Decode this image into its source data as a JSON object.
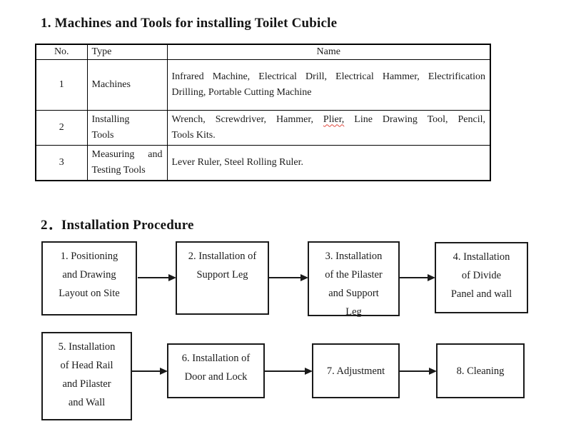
{
  "document": {
    "section1_heading": "1. Machines and Tools for installing Toilet Cubicle",
    "section2_heading": "2．Installation Procedure"
  },
  "table": {
    "headers": {
      "no": "No.",
      "type": "Type",
      "name": "Name"
    },
    "rows": [
      {
        "no": "1",
        "type": "Machines",
        "name_line1": "Infrared Machine, Electrical Drill, Electrical Hammer, Electrification",
        "name_line2": "Drilling, Portable Cutting Machine"
      },
      {
        "no": "2",
        "type_line1": "Installing",
        "type_line2": "Tools",
        "name_line1_pre": "Wrench, Screwdriver, Hammer,",
        "name_line1_misspelled": "Plier,",
        "name_line1_post": "Line Drawing Tool, Pencil,",
        "name_line2": "Tools Kits."
      },
      {
        "no": "3",
        "type_line1": "Measuring and",
        "type_line2": "Testing Tools",
        "name_line1": "Lever Ruler, Steel Rolling Ruler."
      }
    ]
  },
  "flowchart": {
    "boxes": [
      {
        "label": "1. Positioning\nand Drawing\nLayout on Site"
      },
      {
        "label": "2. Installation of\nSupport Leg"
      },
      {
        "label": "3. Installation\nof the Pilaster\nand Support\nLeg"
      },
      {
        "label": "4. Installation\nof Divide\nPanel and wall"
      },
      {
        "label": "5. Installation\nof Head Rail\nand Pilaster\nand Wall"
      },
      {
        "label": "6. Installation of\nDoor and Lock"
      },
      {
        "label": "7. Adjustment"
      },
      {
        "label": "8. Cleaning"
      }
    ]
  },
  "colors": {
    "text": "#1b1b1b",
    "border": "#000000",
    "spellcheck_underline": "#e0483e"
  }
}
